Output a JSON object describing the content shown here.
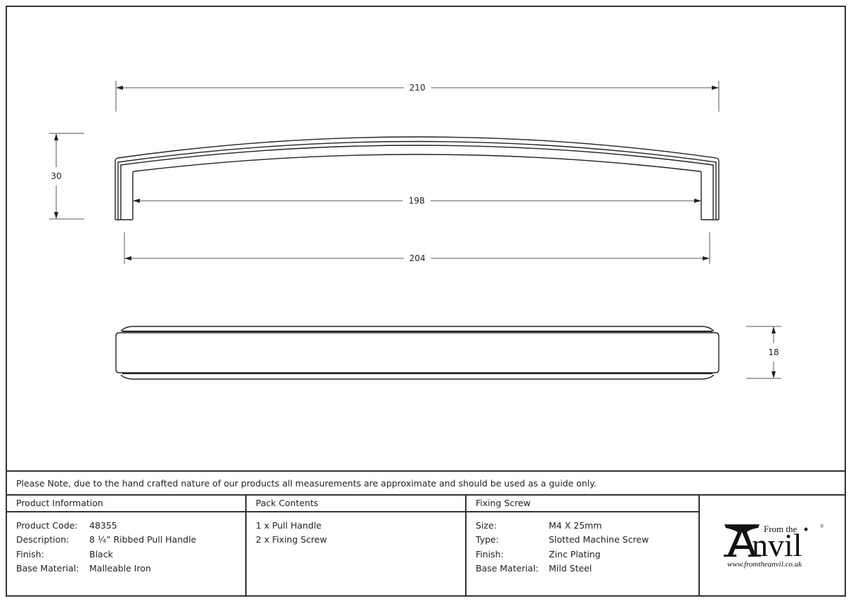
{
  "drawing": {
    "title": "8 1/4\" Ribbed Pull Handle technical drawing",
    "dimensions": {
      "overall_length": "210",
      "inner_span": "198",
      "fixing_centres": "204",
      "height": "30",
      "depth": "18"
    },
    "line_color": "#222222",
    "dim_line_color": "#555555"
  },
  "note": {
    "text": "Please Note, due to the hand crafted nature of our products all measurements are approximate and should be used as a guide only."
  },
  "product_information": {
    "heading": "Product Information",
    "rows": [
      {
        "key": "Product Code:",
        "value": "48355"
      },
      {
        "key": "Description:",
        "value": "8 ¼” Ribbed Pull Handle"
      },
      {
        "key": "Finish:",
        "value": "Black"
      },
      {
        "key": "Base Material:",
        "value": "Malleable Iron"
      }
    ]
  },
  "pack_contents": {
    "heading": "Pack Contents",
    "items": [
      "1 x Pull Handle",
      "2 x Fixing Screw"
    ]
  },
  "fixing_screw": {
    "heading": "Fixing Screw",
    "rows": [
      {
        "key": "Size:",
        "value": "M4 X 25mm"
      },
      {
        "key": "Type:",
        "value": "Slotted Machine Screw"
      },
      {
        "key": "Finish:",
        "value": "Zinc Plating"
      },
      {
        "key": "Base Material:",
        "value": "Mild Steel"
      }
    ]
  },
  "logo": {
    "icon": "anvil-icon",
    "top_text": "From the",
    "main_text": "nvil",
    "registered": "®",
    "url": "www.fromtheanvil.co.uk"
  }
}
